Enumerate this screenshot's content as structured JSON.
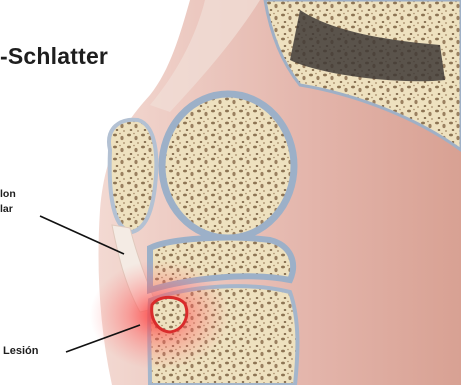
{
  "title": "-Schlatter",
  "labels": {
    "tendon_line1": "lon",
    "tendon_line2": "lar",
    "lesion": "Lesión"
  },
  "colors": {
    "skin": "#e9c6bd",
    "skin_dark": "#d8a89d",
    "bone": "#efe3c4",
    "bone_pore": "#8d7454",
    "cartilage": "#a9b9cd",
    "tendon": "#f1e7df",
    "inflammation": "#ff4a4a",
    "text": "#1e1e1e"
  }
}
